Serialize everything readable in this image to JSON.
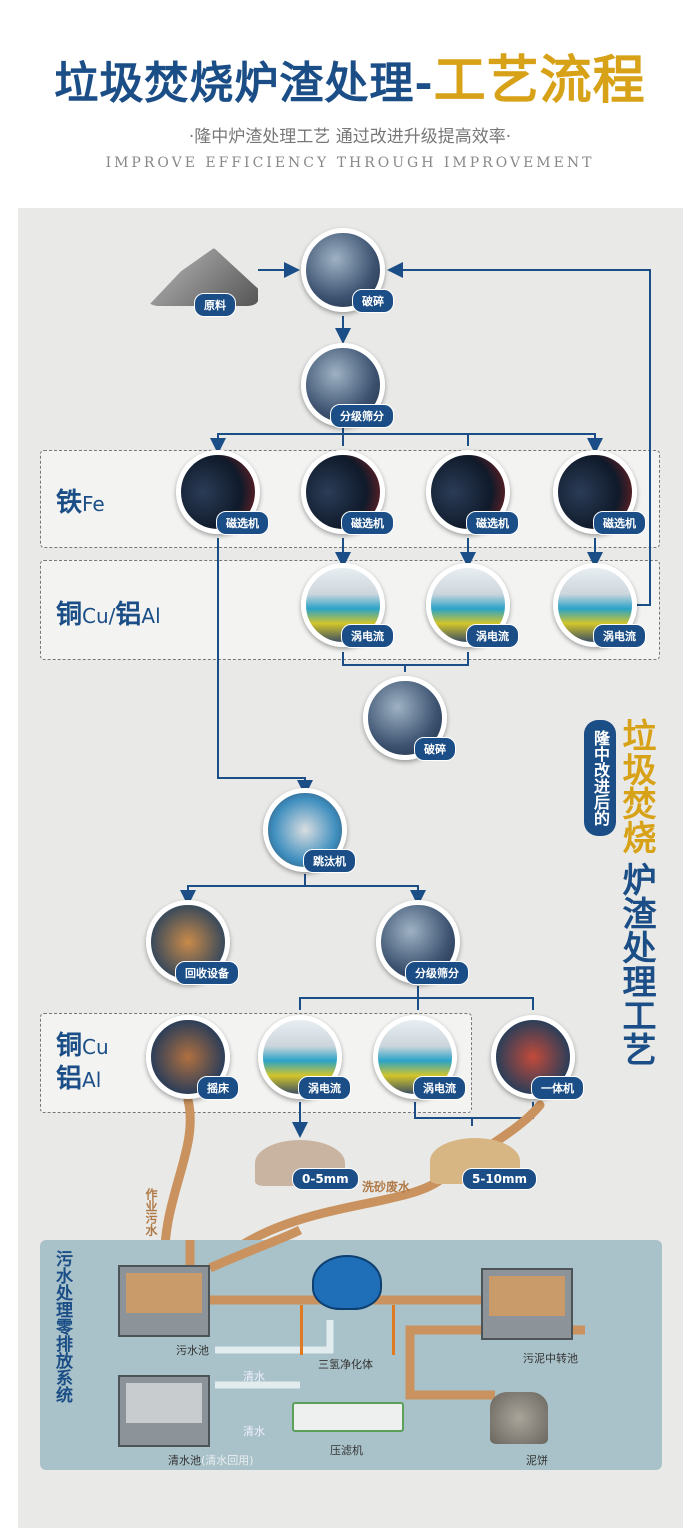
{
  "header": {
    "title_main": "垃圾焚烧炉渣处理-",
    "title_accent": "工艺流程",
    "subtitle": "·隆中炉渣处理工艺 通过改进升级提高效率·",
    "subtitle_en": "IMPROVE EFFICIENCY THROUGH IMPROVEMENT"
  },
  "sections": {
    "iron": {
      "cn": "铁",
      "sym": "Fe"
    },
    "cual": {
      "cn1": "铜",
      "sym1": "Cu",
      "sep": "/",
      "cn2": "铝",
      "sym2": "Al"
    }
  },
  "nodes": {
    "raw": "原料",
    "crush1": "破碎",
    "screen1": "分级筛分",
    "mag": "磁选机",
    "eddy": "涡电流",
    "crush2": "破碎",
    "jig": "跳汰机",
    "recover": "回收设备",
    "screen2": "分级筛分",
    "shaker": "摇床",
    "combo": "一体机",
    "fine": "0-5mm",
    "coarse": "5-10mm"
  },
  "side_title": {
    "pill": "隆中改进后的",
    "accent": "垃圾焚烧",
    "main": "炉渣处理工艺"
  },
  "flows": {
    "work_water": "作业污水",
    "wash_water": "洗砂废水",
    "clear1": "清水",
    "clear2": "清水"
  },
  "wastewater": {
    "title": "污水处理零排放系统",
    "sewage_pool": "污水池",
    "purifier": "三氢净化体",
    "sludge_pool": "污泥中转池",
    "clear_pool": "清水池",
    "clear_reuse": "(清水回用)",
    "filter_press": "压滤机",
    "mud_cake": "泥饼"
  },
  "colors": {
    "blue": "#1b4e86",
    "gold": "#d7a217",
    "pipe": "#c9925e",
    "system_bg": "#a9c2c9"
  }
}
